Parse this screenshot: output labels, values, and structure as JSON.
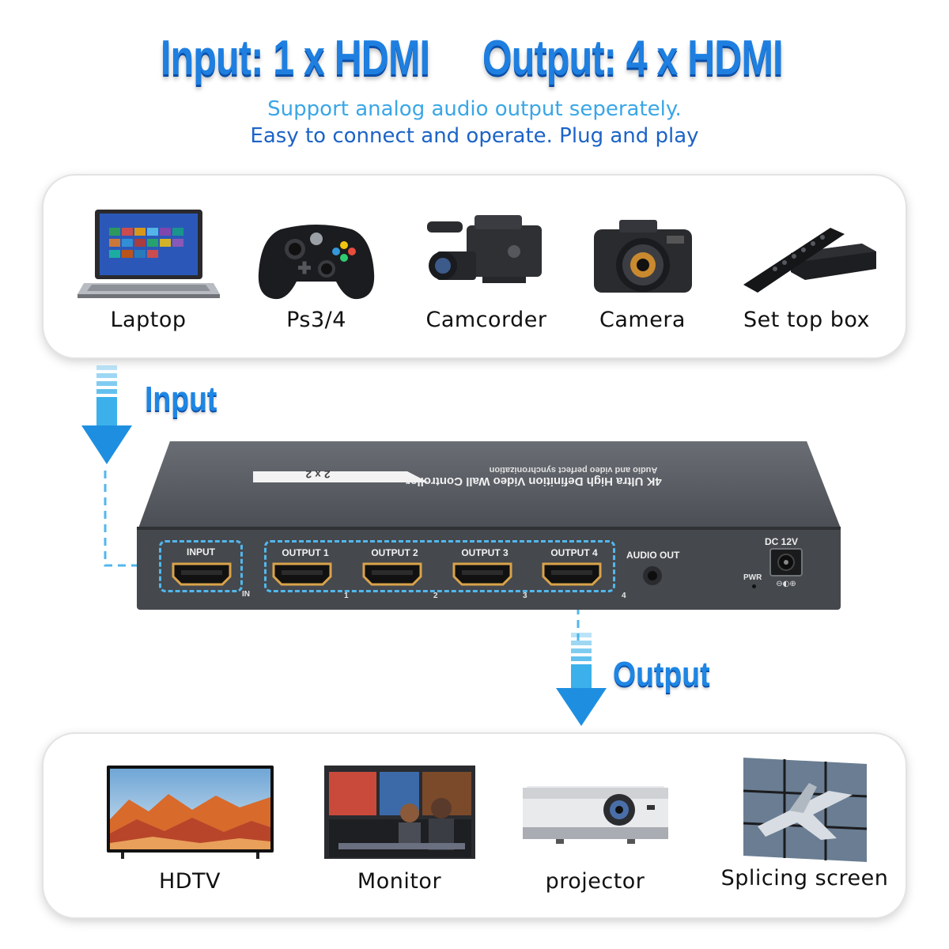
{
  "header": {
    "input_title": "Input: 1 x HDMI",
    "output_title": "Output: 4 x HDMI",
    "subtitle_1": "Support analog audio output seperately.",
    "subtitle_2": "Easy to connect and operate. Plug and play"
  },
  "colors": {
    "headline_blue": "#1e7fe0",
    "subtitle_1_color": "#3aa6e6",
    "subtitle_2_color": "#1c63c7",
    "box_body": "#4a4d52",
    "dashed_cyan": "#52b7ec"
  },
  "flow": {
    "input_label": "Input",
    "output_label": "Output"
  },
  "sources": [
    {
      "label": "Laptop",
      "icon": "laptop-icon"
    },
    {
      "label": "Ps3/4",
      "icon": "gamepad-icon"
    },
    {
      "label": "Camcorder",
      "icon": "camcorder-icon"
    },
    {
      "label": "Camera",
      "icon": "camera-icon"
    },
    {
      "label": "Set top box",
      "icon": "set-top-box-icon"
    }
  ],
  "displays": [
    {
      "label": "HDTV",
      "icon": "tv-icon"
    },
    {
      "label": "Monitor",
      "icon": "monitor-icon"
    },
    {
      "label": "projector",
      "icon": "projector-icon"
    },
    {
      "label": "Splicing screen",
      "icon": "video-wall-icon"
    }
  ],
  "device": {
    "top_title": "4K Ultra High Definition Video Wall Controller",
    "top_subtitle": "Audio and video perfect synchronization",
    "badge": "2 x 2",
    "input_port": "INPUT",
    "in_mark": "IN",
    "outputs": [
      "OUTPUT 1",
      "OUTPUT 2",
      "OUTPUT 3",
      "OUTPUT 4"
    ],
    "output_marks": [
      "1",
      "2",
      "3",
      "4"
    ],
    "audio_out": "AUDIO OUT",
    "pwr": "PWR",
    "dc": "DC 12V"
  }
}
